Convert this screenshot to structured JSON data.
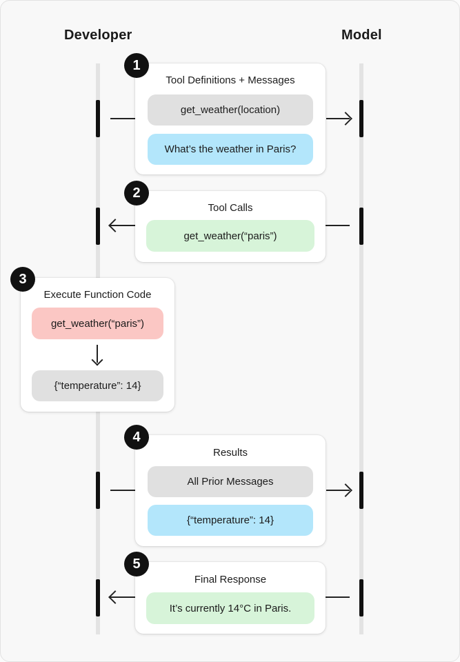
{
  "columns": {
    "developer": "Developer",
    "model": "Model"
  },
  "steps": [
    {
      "number": "1",
      "title": "Tool Definitions + Messages",
      "pills": [
        "get_weather(location)",
        "What’s the weather in Paris?"
      ]
    },
    {
      "number": "2",
      "title": "Tool Calls",
      "pills": [
        "get_weather(“paris”)"
      ]
    },
    {
      "number": "3",
      "title": "Execute Function Code",
      "pills": [
        "get_weather(“paris”)",
        "{“temperature”: 14}"
      ]
    },
    {
      "number": "4",
      "title": "Results",
      "pills": [
        "All Prior Messages",
        "{“temperature”: 14}"
      ]
    },
    {
      "number": "5",
      "title": "Final Response",
      "pills": [
        "It’s currently 14°C in Paris."
      ]
    }
  ],
  "colors": {
    "gray": "#e0e0e0",
    "blue": "#b3e6fb",
    "green": "#d7f4d9",
    "red": "#fbc7c4"
  }
}
